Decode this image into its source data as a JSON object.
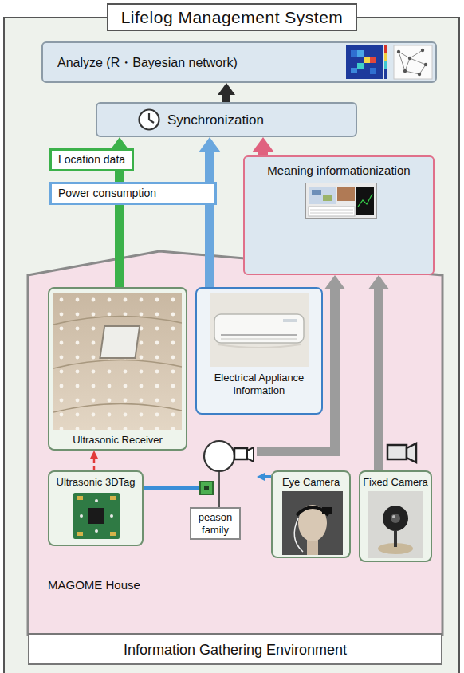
{
  "diagram": {
    "title": "Lifelog Management System",
    "nodes": [
      {
        "text": [
          "Analyze (R・Bayesian network)"
        ]
      },
      {
        "text": [
          "Synchronization"
        ]
      },
      {
        "text": [
          "Meaning informationization"
        ]
      },
      {
        "text": [
          "MAGOME House"
        ]
      },
      {
        "text": [
          "Ultrasonic Receiver"
        ],
        "in": 3
      },
      {
        "text": [
          "Electrical Appliance information"
        ],
        "in": 3
      },
      {
        "text": [
          "Ultrasonic 3DTag"
        ],
        "in": 3
      },
      {
        "text": [
          "peason family"
        ],
        "in": 3
      },
      {
        "text": [
          "Eye Camera"
        ],
        "in": 3
      },
      {
        "text": [
          "Fixed Camera"
        ],
        "in": 3
      },
      {
        "text": [
          "Information Gathering Environment"
        ]
      }
    ],
    "edges": [
      {
        "from": 1,
        "to": 0,
        "arrow": "to"
      },
      {
        "from": 4,
        "to": 1,
        "arrow": "to",
        "label": "Location data"
      },
      {
        "from": 5,
        "to": 1,
        "arrow": "to",
        "label": "Power consumption"
      },
      {
        "from": 2,
        "to": 1,
        "arrow": "to"
      },
      {
        "from": 7,
        "to": 2,
        "arrow": "to"
      },
      {
        "from": 9,
        "to": 2,
        "arrow": "to"
      },
      {
        "from": 6,
        "to": 4,
        "arrow": "to"
      },
      {
        "from": 6,
        "to": 7,
        "arrow": "none"
      },
      {
        "from": 8,
        "to": 7,
        "arrow": "to"
      }
    ]
  }
}
